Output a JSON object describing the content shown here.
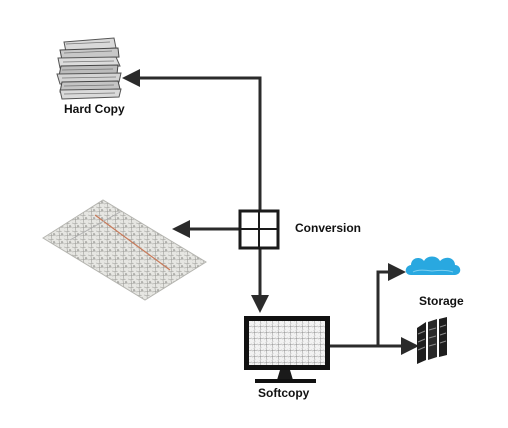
{
  "labels": {
    "hard_copy": "Hard Copy",
    "conversion": "Conversion",
    "storage": "Storage",
    "softcopy": "Softcopy"
  },
  "icons": {
    "hard_copy": "paper-stack-icon",
    "scanned_map": "scanned-map-icon",
    "conversion": "conversion-box-icon",
    "softcopy": "monitor-icon",
    "cloud": "cloud-icon",
    "servers": "server-rack-icon"
  },
  "colors": {
    "line": "#2b2b2b",
    "cloud": "#29a8e0",
    "server": "#1e1e1e",
    "paper": "#cfcfcf",
    "map": "#d8d8d4"
  }
}
